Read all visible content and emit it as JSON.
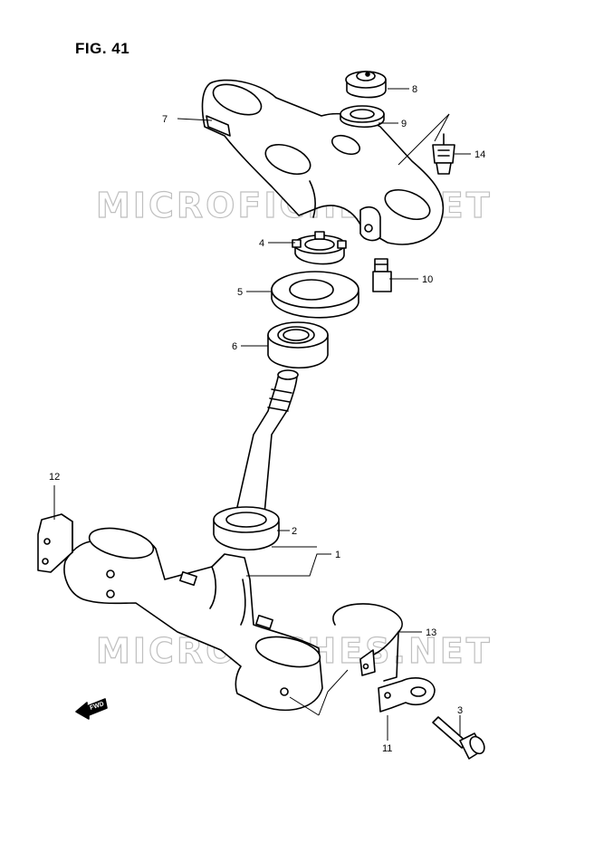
{
  "figure": {
    "title": "FIG. 41"
  },
  "watermark": "MICROFICHES.NET",
  "callouts": {
    "c1": "1",
    "c2": "2",
    "c3": "3",
    "c4": "4",
    "c5": "5",
    "c6": "6",
    "c7": "7",
    "c8": "8",
    "c9": "9",
    "c10": "10",
    "c11": "11",
    "c12": "12",
    "c13": "13",
    "c14": "14"
  },
  "fwd_label": "FWD"
}
